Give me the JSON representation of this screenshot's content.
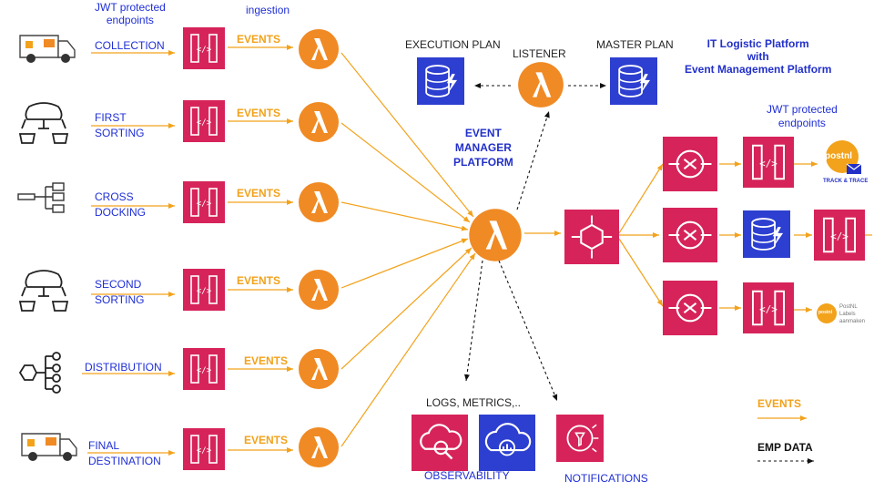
{
  "header": {
    "jwt_left": "JWT protected\nendpoints",
    "ingestion": "ingestion",
    "platform_title": "IT Logistic Platform\nwith\nEvent Management Platform",
    "jwt_right": "JWT protected\nendpoints"
  },
  "stages": [
    {
      "label": "COLLECTION",
      "icon": "delivery-van-icon"
    },
    {
      "label": "FIRST\nSORTING",
      "icon": "sorting-robot-icon"
    },
    {
      "label": "CROSS\nDOCKING",
      "icon": "cross-docking-icon"
    },
    {
      "label": "SECOND\nSORTING",
      "icon": "sorting-robot-icon"
    },
    {
      "label": "DISTRIBUTION",
      "icon": "distribution-network-icon"
    },
    {
      "label": "FINAL\nDESTINATION",
      "icon": "delivery-van-icon"
    }
  ],
  "events_label": "EVENTS",
  "center": {
    "execution_plan": "EXECUTION PLAN",
    "listener": "LISTENER",
    "master_plan": "MASTER PLAN",
    "emp": "EVENT\nMANAGER\nPLATFORM",
    "logs": "LOGS, METRICS,..",
    "observability": "OBSERVABILITY",
    "notifications": "NOTIFICATIONS"
  },
  "right": {
    "postnl_top_word": "postnl",
    "postnl_top_sub": "TRACK & TRACE",
    "postnl_bottom_word": "postnl",
    "postnl_bottom_text": "PostNL\nLabels\naanmaken"
  },
  "legend": {
    "events": "EVENTS",
    "emp_data": "EMP DATA"
  },
  "colors": {
    "events_arrow": "#f2a21b",
    "api_gateway": "#d6245a",
    "lambda": "#f08a24",
    "dynamodb": "#2d3fd0",
    "label_blue": "#1f2fd6"
  }
}
